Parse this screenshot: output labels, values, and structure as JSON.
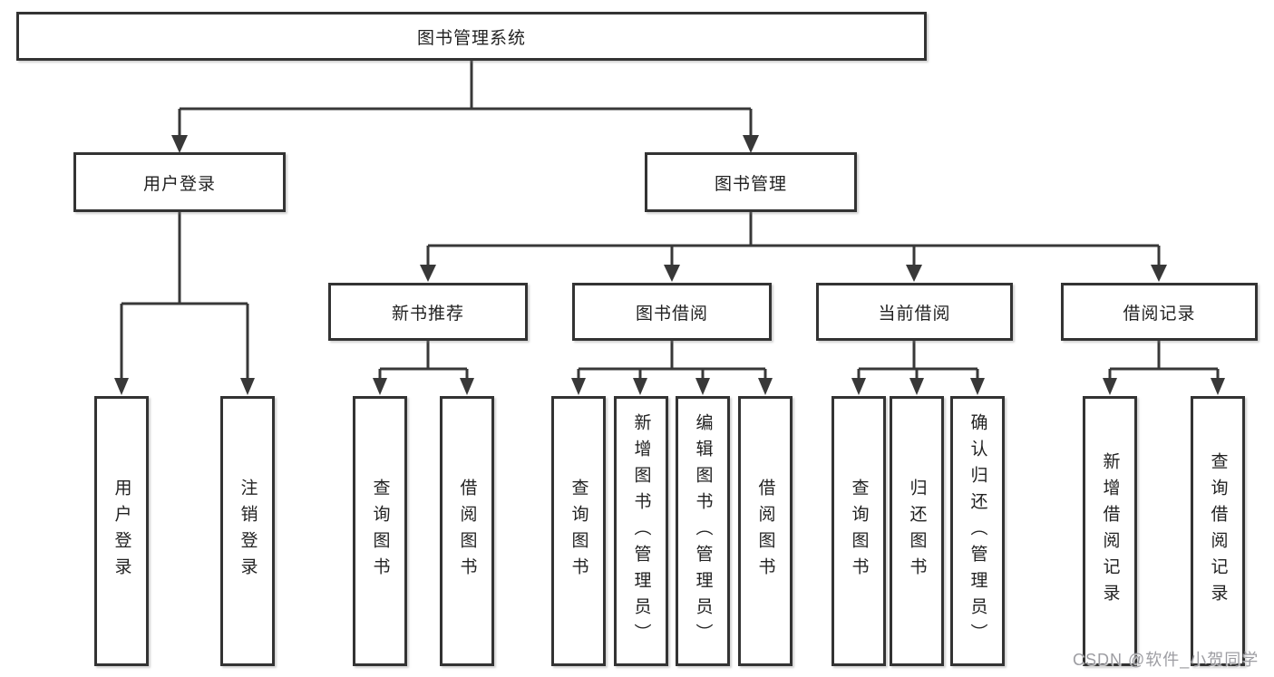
{
  "diagram": {
    "root": {
      "label": "图书管理系统",
      "children": [
        {
          "label": "用户登录",
          "children": [
            {
              "label": "用户登录"
            },
            {
              "label": "注销登录"
            }
          ]
        },
        {
          "label": "图书管理",
          "children": [
            {
              "label": "新书推荐",
              "children": [
                {
                  "label": "查询图书"
                },
                {
                  "label": "借阅图书"
                }
              ]
            },
            {
              "label": "图书借阅",
              "children": [
                {
                  "label": "查询图书"
                },
                {
                  "label": "新增图书（管理员）"
                },
                {
                  "label": "编辑图书（管理员）"
                },
                {
                  "label": "借阅图书"
                }
              ]
            },
            {
              "label": "当前借阅",
              "children": [
                {
                  "label": "查询图书"
                },
                {
                  "label": "归还图书"
                },
                {
                  "label": "确认归还（管理员）"
                }
              ]
            },
            {
              "label": "借阅记录",
              "children": [
                {
                  "label": "新增借阅记录"
                },
                {
                  "label": "查询借阅记录"
                }
              ]
            }
          ]
        }
      ]
    }
  },
  "watermark": {
    "text": "CSDN @软件_小贺同学"
  },
  "colors": {
    "line": "#383838",
    "box_border": "#333333",
    "text": "#222222",
    "watermark": "#9d9da2",
    "background": "#ffffff"
  }
}
